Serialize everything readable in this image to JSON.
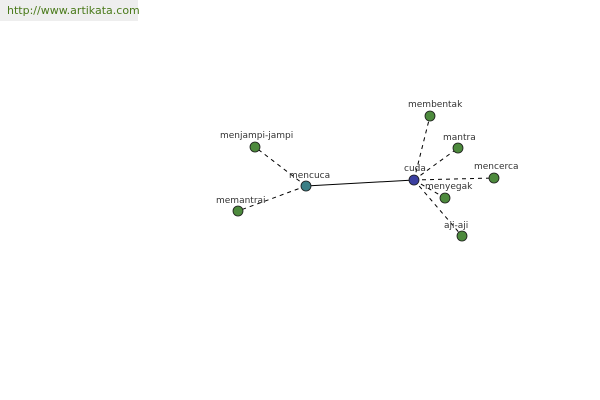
{
  "source_url": "http://www.artikata.com",
  "colors": {
    "center_node": "#3b3fa0",
    "hub_node": "#3b7f86",
    "leaf_node": "#4d8a3d",
    "edge": "#000000",
    "url_text": "#4a7a1a",
    "url_bg": "#eeeeee"
  },
  "nodes": [
    {
      "id": "cuda",
      "label": "cuda",
      "kind": "center"
    },
    {
      "id": "mencuca",
      "label": "mencuca",
      "kind": "hub"
    },
    {
      "id": "membentak",
      "label": "membentak",
      "kind": "leaf"
    },
    {
      "id": "mantra",
      "label": "mantra",
      "kind": "leaf"
    },
    {
      "id": "mencerca",
      "label": "mencerca",
      "kind": "leaf"
    },
    {
      "id": "menyegak",
      "label": "menyegak",
      "kind": "leaf"
    },
    {
      "id": "aji-aji",
      "label": "aji-aji",
      "kind": "leaf"
    },
    {
      "id": "menjampi-jampi",
      "label": "menjampi-jampi",
      "kind": "leaf"
    },
    {
      "id": "memantrai",
      "label": "memantrai",
      "kind": "leaf"
    }
  ],
  "edges": [
    {
      "from": "cuda",
      "to": "mencuca",
      "style": "solid"
    },
    {
      "from": "cuda",
      "to": "membentak",
      "style": "dashed"
    },
    {
      "from": "cuda",
      "to": "mantra",
      "style": "dashed"
    },
    {
      "from": "cuda",
      "to": "mencerca",
      "style": "dashed"
    },
    {
      "from": "cuda",
      "to": "menyegak",
      "style": "dashed"
    },
    {
      "from": "cuda",
      "to": "aji-aji",
      "style": "dashed"
    },
    {
      "from": "mencuca",
      "to": "menjampi-jampi",
      "style": "dashed"
    },
    {
      "from": "mencuca",
      "to": "memantrai",
      "style": "dashed"
    }
  ]
}
